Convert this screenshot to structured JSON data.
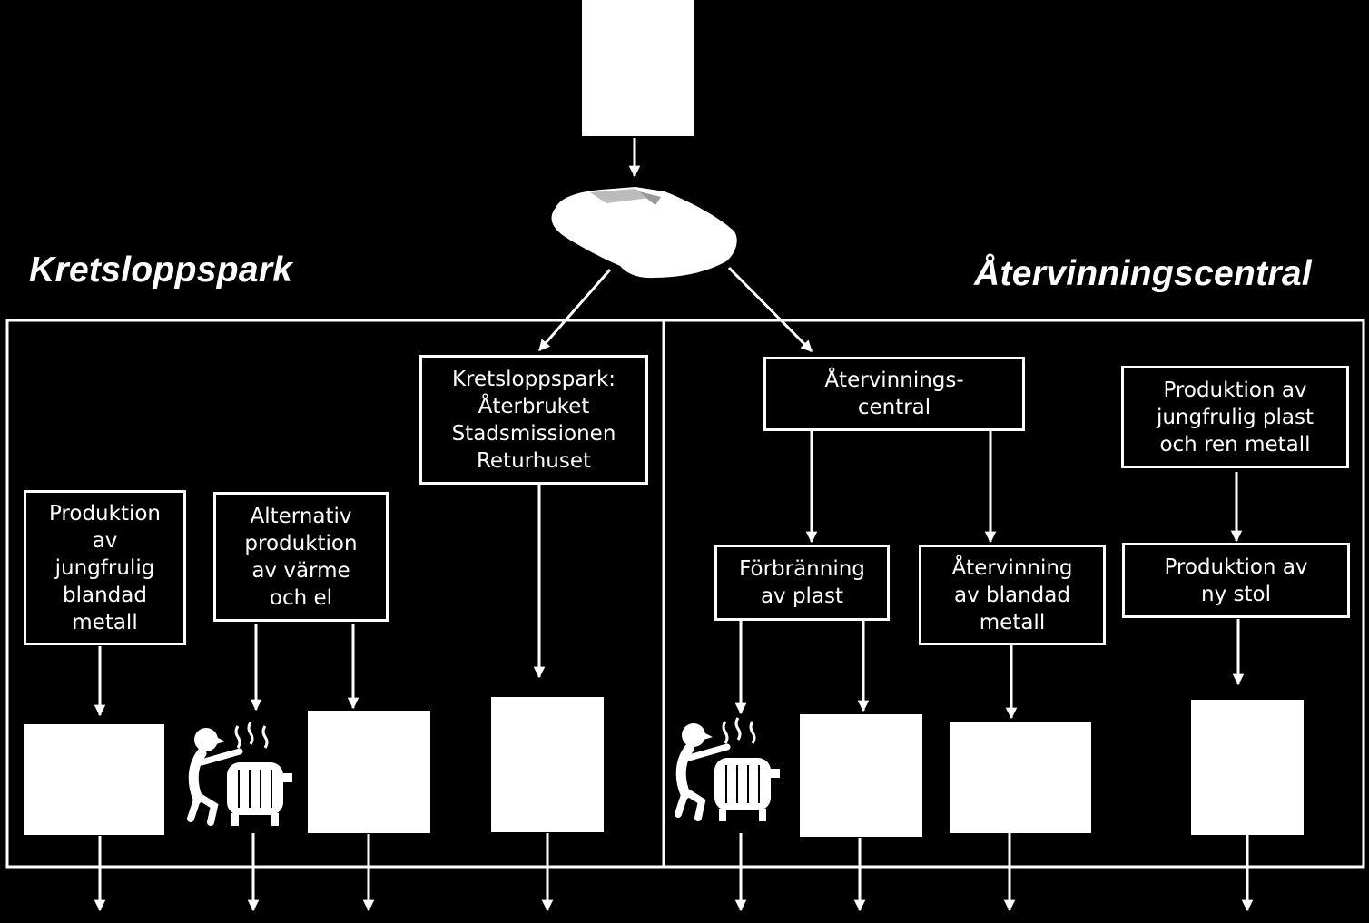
{
  "diagram": {
    "left_title": "Kretsloppspark",
    "right_title": "Återvinningscentral",
    "nodes": {
      "kretsloppspark": "Kretsloppspark:\nÅterbruket\nStadsmissionen\nReturhuset",
      "atervinningscentral": "Återvinnings-\ncentral",
      "jungfrulig_plast": "Produktion av\njungfrulig plast\noch ren metall",
      "jungfrulig_blandad": "Produktion\nav\njungfrulig\nblandad\nmetall",
      "alternativ_produktion": "Alternativ\nproduktion\nav värme\noch el",
      "forbranning": "Förbränning\nav plast",
      "atervinning_metall": "Återvinning\nav blandad\nmetall",
      "ny_stol": "Produktion av\nny stol"
    },
    "icons": {
      "car": "car-icon",
      "heater": "person-heater-icon"
    },
    "colors": {
      "background": "#000000",
      "foreground": "#ffffff"
    }
  }
}
